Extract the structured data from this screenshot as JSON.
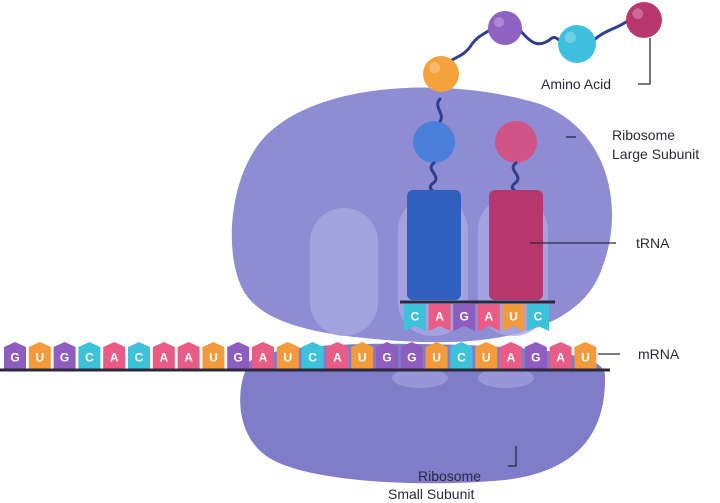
{
  "labels": {
    "amino_acid": "Amino Acid",
    "large_subunit_line1": "Ribosome",
    "large_subunit_line2": "Large Subunit",
    "trna": "tRNA",
    "mrna": "mRNA",
    "small_subunit_line1": "Ribosome",
    "small_subunit_line2": "Small Subunit"
  },
  "mrna_sequence": [
    "G",
    "U",
    "G",
    "C",
    "A",
    "C",
    "A",
    "A",
    "U",
    "G",
    "A",
    "U",
    "C",
    "A",
    "U",
    "G",
    "G",
    "U",
    "C",
    "U",
    "A",
    "G",
    "A",
    "U"
  ],
  "anticodon_sequence": [
    "C",
    "A",
    "G",
    "A",
    "U",
    "C"
  ],
  "amino_acid_chain": [
    {
      "name": "amino-acid-orange",
      "color": "#f5a23c"
    },
    {
      "name": "amino-acid-purple",
      "color": "#8f62c4"
    },
    {
      "name": "amino-acid-cyan",
      "color": "#3fc0dc"
    },
    {
      "name": "amino-acid-magenta",
      "color": "#b8386e"
    }
  ],
  "colors": {
    "ribosome": "#8e8cd2",
    "ribosome_dark": "#7f7cc8",
    "ribosome_site": "#a7a9e2",
    "trna_blue": "#2f5fbf",
    "trna_blue_light": "#4b7fdc",
    "trna_magenta": "#b6376c",
    "trna_magenta_light": "#d05488",
    "backbone": "#2a2a3a",
    "base_G": "#8f5cbf",
    "base_U": "#f39a3d",
    "base_C": "#3ec2dc",
    "base_A": "#e95c86"
  }
}
